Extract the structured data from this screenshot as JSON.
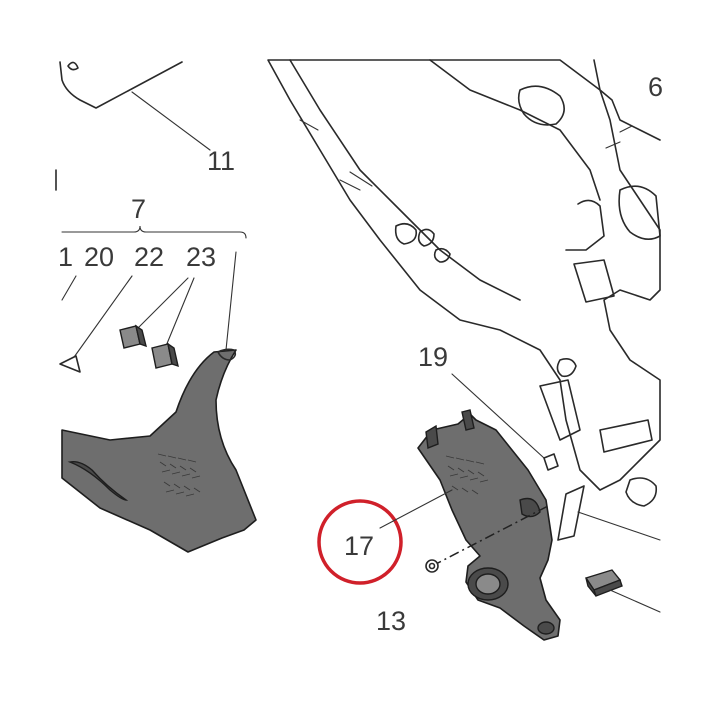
{
  "callouts": {
    "c6": "6",
    "c11": "11",
    "c7": "7",
    "c1": "1",
    "c20": "20",
    "c22": "22",
    "c23": "23",
    "c19": "19",
    "c17": "17",
    "c13": "13"
  },
  "highlight": {
    "callout": "17",
    "color": "#d0202a"
  },
  "colors": {
    "part_fill": "#6e6e6e",
    "line": "#2a2a2a",
    "background": "#ffffff"
  }
}
